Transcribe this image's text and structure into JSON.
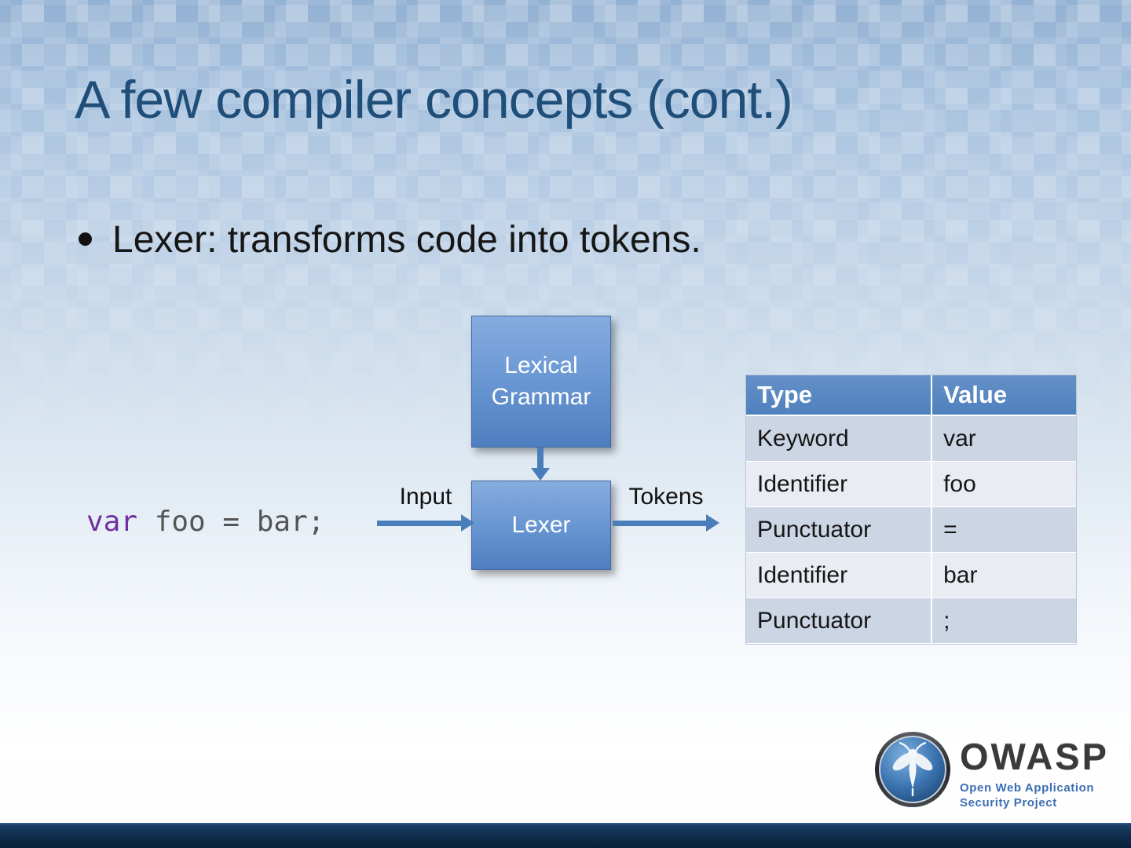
{
  "slide": {
    "title": "A few compiler concepts (cont.)",
    "bullet": "Lexer: transforms code into tokens."
  },
  "diagram": {
    "lexical_grammar_line1": "Lexical",
    "lexical_grammar_line2": "Grammar",
    "lexer_label": "Lexer",
    "input_label": "Input",
    "tokens_label": "Tokens",
    "code_keyword": "var",
    "code_rest": " foo = bar;"
  },
  "table": {
    "headers": [
      "Type",
      "Value"
    ],
    "rows": [
      {
        "type": "Keyword",
        "value": "var"
      },
      {
        "type": "Identifier",
        "value": "foo"
      },
      {
        "type": "Punctuator",
        "value": "="
      },
      {
        "type": "Identifier",
        "value": "bar"
      },
      {
        "type": "Punctuator",
        "value": ";"
      }
    ]
  },
  "footer": {
    "logo_text": "OWASP",
    "subtitle_line1": "Open Web Application",
    "subtitle_line2": "Security Project"
  },
  "colors": {
    "title": "#1F4E79",
    "box_gradient_top": "#86ACDF",
    "box_gradient_bottom": "#4E7EC0",
    "table_header_bg": "#4F81BD",
    "row_dark": "#CCD5E4",
    "row_light": "#E9ECF3",
    "arrow": "#4A7EBB",
    "code_keyword": "#7030A0",
    "code_rest": "#555555"
  }
}
